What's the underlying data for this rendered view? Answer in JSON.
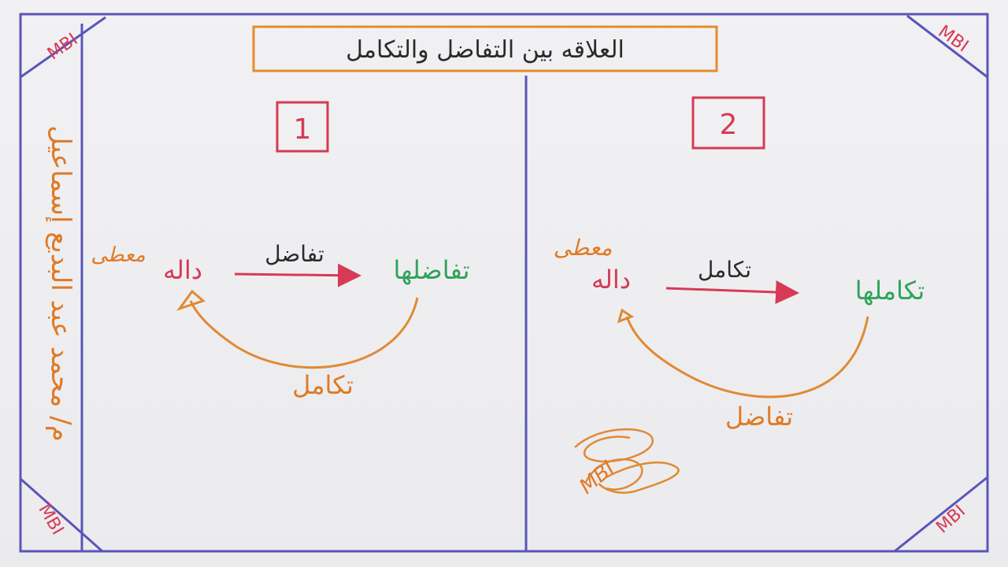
{
  "title": "العلاقه بين التفاضل والتكامل",
  "author_credit": "م/ محمد عبد البديع إسماعيل",
  "corner_mark": "MBI",
  "signature": "MBI",
  "panels": [
    {
      "number": "1",
      "given_label": "معطى",
      "function_label": "داله",
      "top_arrow_label": "تفاضل",
      "result_label": "تفاضلها",
      "bottom_arrow_label": "تكامل"
    },
    {
      "number": "2",
      "given_label": "معطى",
      "function_label": "داله",
      "top_arrow_label": "تكامل",
      "result_label": "تكاملها",
      "bottom_arrow_label": "تفاضل"
    }
  ],
  "colors": {
    "frame": "#5b55b8",
    "title_box": "#e88a2e",
    "number_box": "#d63a55",
    "function_text": "#d63a55",
    "given_text": "#e07a26",
    "result_text": "#2fa35a",
    "arrow_top": "#d63a55",
    "curve": "#e08a34",
    "dark_text": "#2a2a2a"
  }
}
